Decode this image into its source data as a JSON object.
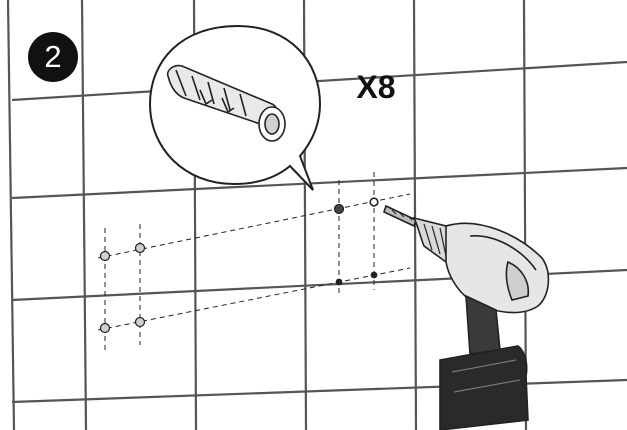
{
  "step": {
    "number": "2"
  },
  "quantity": {
    "label": "X8"
  },
  "icons": {
    "step_badge": "circled-number-badge",
    "anchor": "wall-plug-anchor-icon",
    "drill": "cordless-drill-icon",
    "hole": "drill-hole-marker-icon"
  },
  "colors": {
    "line": "#222222",
    "grout": "#555555",
    "badge": "#111111",
    "marker_fill": "#cfcfcf"
  }
}
